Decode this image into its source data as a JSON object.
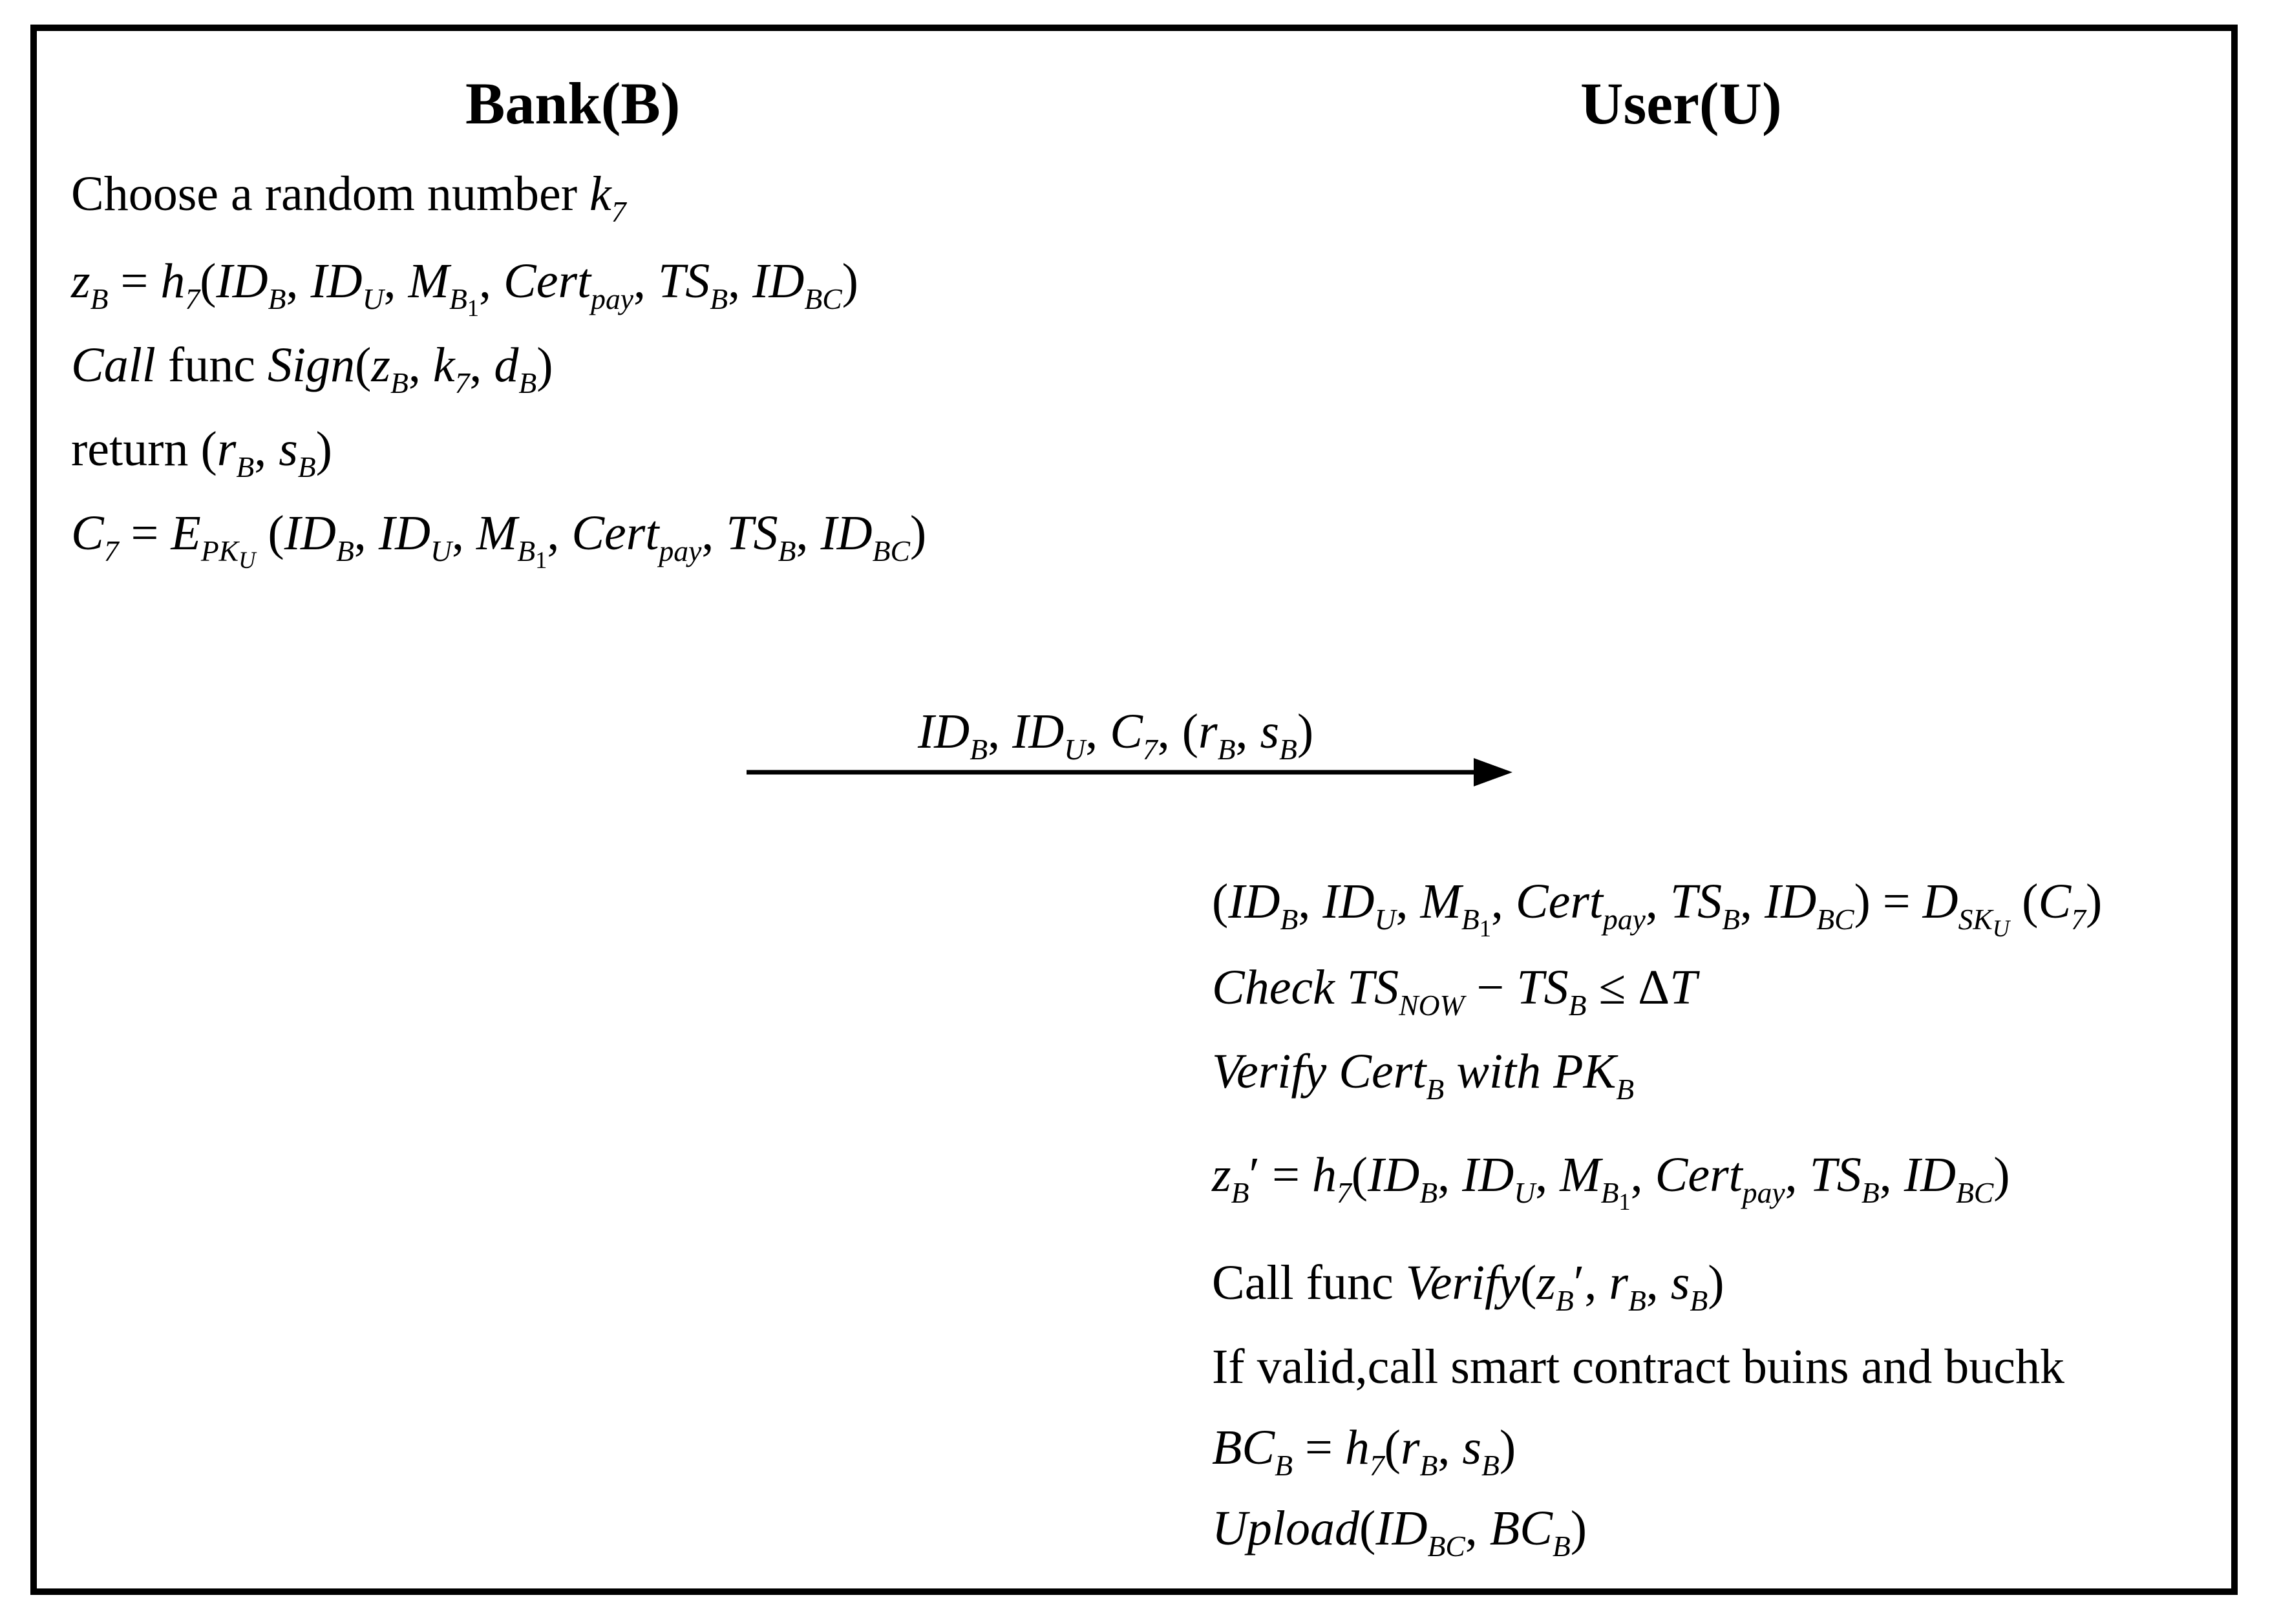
{
  "bank": {
    "heading": "Bank(B)"
  },
  "user": {
    "heading": "User(U)"
  },
  "bank_steps": {
    "choose_random": "Choose a random number",
    "call_func": "func",
    "return_kw": "return"
  },
  "message_label": "ID_B, ID_U, C_7, (r_B, s_B)",
  "user_steps": {
    "call_func": "Call func",
    "if_valid": "If valid,call smart contract buins and buchk"
  }
}
